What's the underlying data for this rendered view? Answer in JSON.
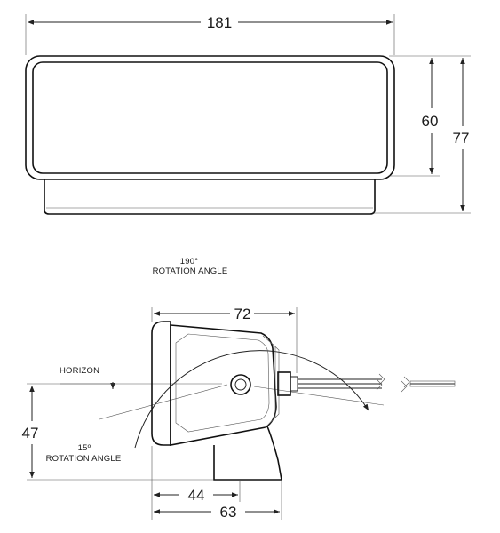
{
  "front_view": {
    "width_label": "181",
    "lens_height_label": "60",
    "total_height_label": "77"
  },
  "side_view": {
    "rotation_up_angle": "190°",
    "rotation_up_text": "ROTATION ANGLE",
    "horizon_label": "HORIZON",
    "rotation_down_angle": "15º",
    "rotation_down_text": "ROTATION ANGLE",
    "depth_label": "72",
    "mount_height_label": "47",
    "base_width_label": "44",
    "overall_depth_label": "63"
  },
  "colors": {
    "line": "#222222",
    "background": "#ffffff"
  }
}
